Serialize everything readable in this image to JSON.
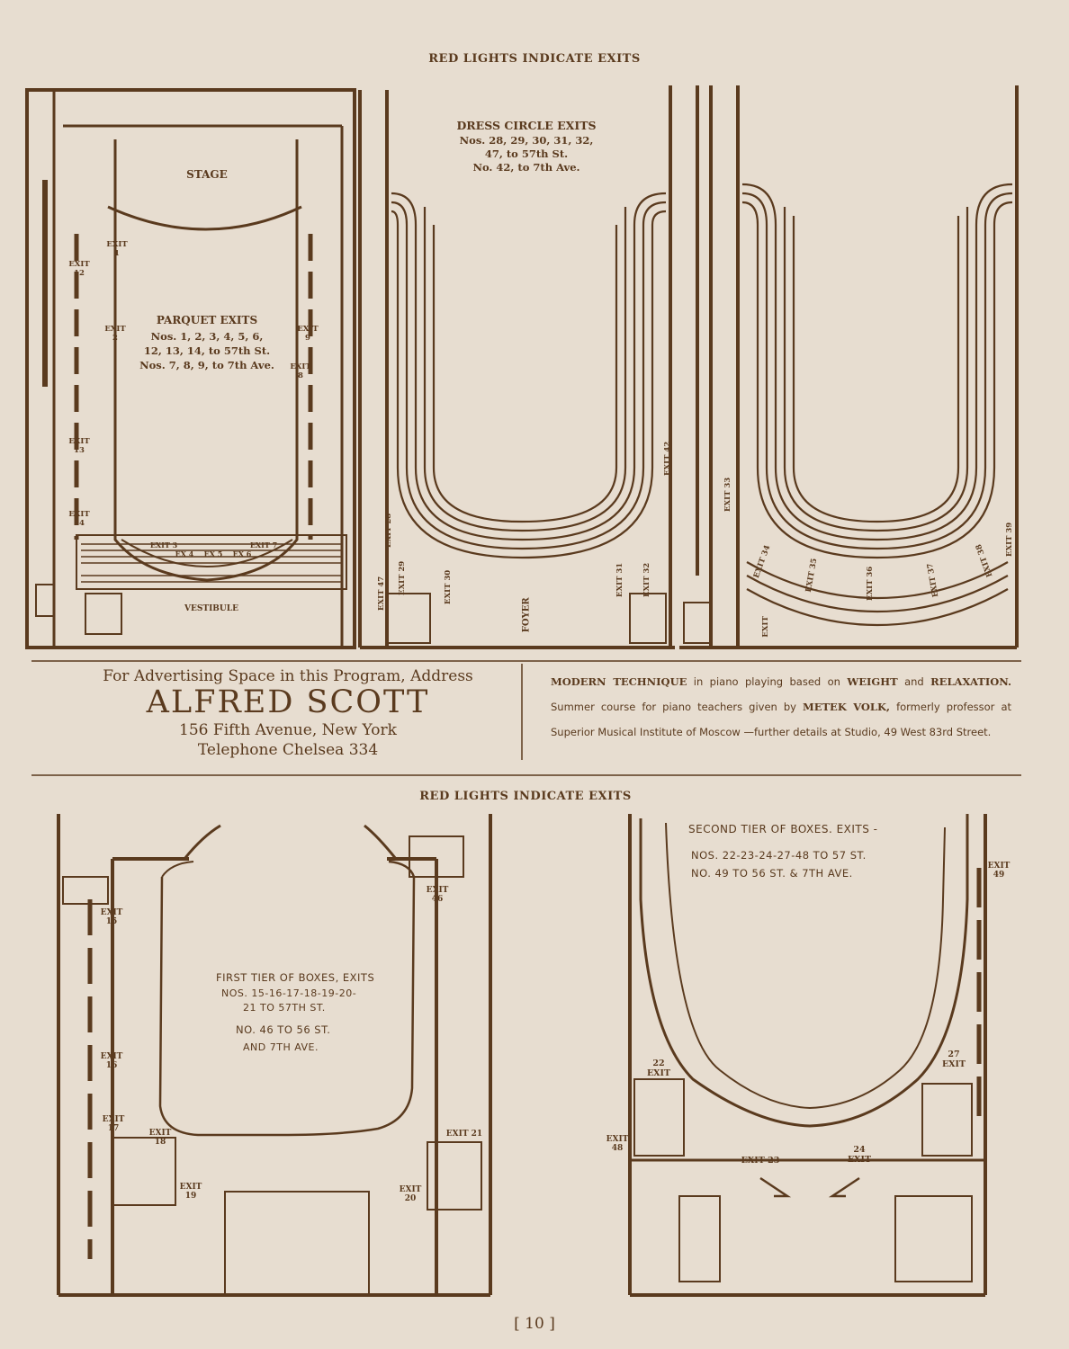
{
  "top_header": "RED LIGHTS INDICATE EXITS",
  "bottom_header": "RED LIGHTS INDICATE EXITS",
  "parquet_plan": {
    "stage": "STAGE",
    "vestibule": "VESTIBULE",
    "title": "PARQUET EXITS",
    "lines": [
      "Nos. 1, 2, 3, 4, 5, 6,",
      "12, 13, 14, to 57th St.",
      "Nos. 7, 8, 9, to 7th Ave."
    ]
  },
  "dress_circle_plan": {
    "title": "DRESS CIRCLE EXITS",
    "lines": [
      "Nos. 28, 29, 30, 31, 32,",
      "47, to 57th St.",
      "No. 42, to 7th Ave."
    ],
    "foyer": "FOYER"
  },
  "first_tier_plan": {
    "lines": [
      "FIRST TIER OF BOXES, EXITS",
      "NOS. 15-16-17-18-19-20-",
      "21 TO 57TH ST.",
      "NO. 46 TO 56 ST.",
      "AND 7TH AVE."
    ]
  },
  "second_tier_plan": {
    "lines": [
      "SECOND TIER OF BOXES. EXITS -",
      "NOS. 22-23-24-27-48 TO 57 ST.",
      "NO. 49 TO 56 ST. & 7TH AVE."
    ]
  },
  "exits": {
    "e1": "EXIT 1",
    "e2": "EXIT 2",
    "e3": "EXIT 3",
    "e4": "EX 4",
    "e5": "EX 5",
    "e6": "EX 6",
    "e7": "EXIT 7",
    "e8": "EXIT 8",
    "e9": "EXIT 9",
    "e12": "EXIT 12",
    "e13": "EXIT 13",
    "e14": "EXIT 14",
    "e15": "EXIT 15",
    "e16": "EXIT 16",
    "e17": "EXIT 17",
    "e18": "EXIT 18",
    "e19": "EXIT 19",
    "e20": "EXIT 20",
    "e21": "EXIT 21",
    "e22": "22 EXIT",
    "e23": "EXIT 23",
    "e24": "24 EXIT",
    "e27": "27 EXIT",
    "e46": "EXIT 46",
    "e48": "EXIT 48",
    "e49": "EXIT 49",
    "e28": "EXIT 28",
    "e29": "EXIT 29",
    "e30": "EXIT 30",
    "e31": "EXIT 31",
    "e32": "EXIT 32",
    "e47": "EXIT 47",
    "e42": "EXIT 42",
    "e33": "EXIT 33",
    "e34": "EXIT 34",
    "e35": "EXIT 35",
    "e36": "EXIT 36",
    "e37": "EXIT 37",
    "e38": "EXIT 38",
    "e39": "EXIT 39",
    "eX": "EXIT"
  },
  "ad_left": {
    "line1": "For Advertising Space in this Program, Address",
    "name": "ALFRED SCOTT",
    "line3": "156 Fifth Avenue, New York",
    "line4": "Telephone Chelsea 334"
  },
  "ad_right": {
    "b1": "MODERN TECHNIQUE",
    "t1": " in piano playing based on ",
    "b2": "WEIGHT",
    "t2": " and ",
    "b3": "RELAXATION.",
    "t3": " Summer course for piano teachers given by ",
    "b4": "METEK VOLK,",
    "t4": " formerly professor at Superior Musical Institute of Moscow —further details at Studio, 49 West 83rd Street."
  },
  "page_number": "[ 10 ]",
  "colors": {
    "paper": "#e7ddd0",
    "ink": "#5a3a1e"
  }
}
